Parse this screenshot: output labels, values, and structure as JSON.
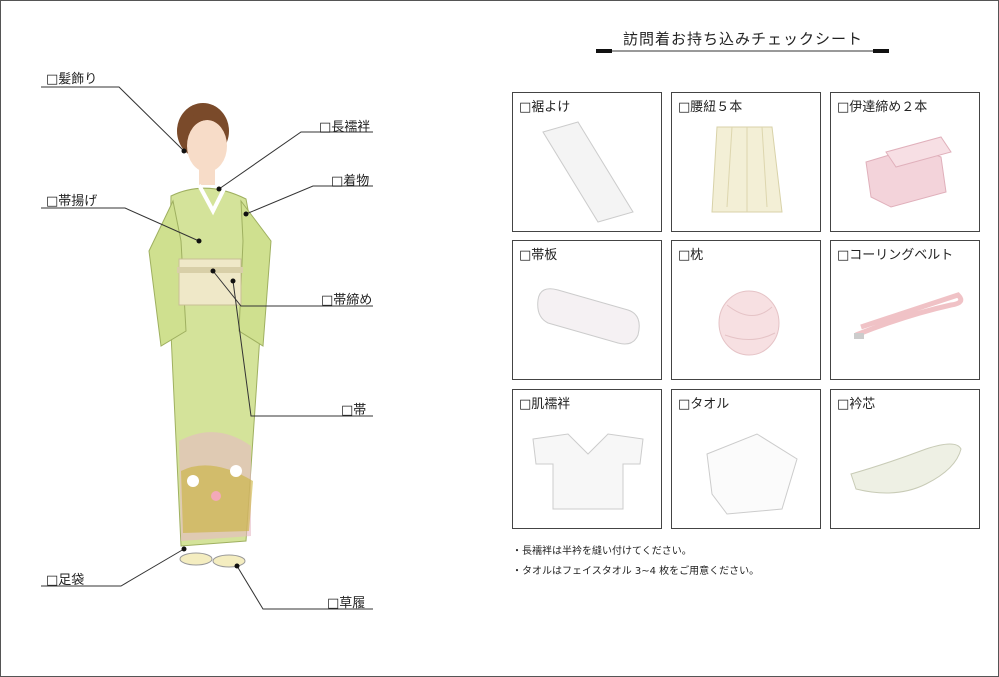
{
  "title": "訪問着お持ち込みチェックシート",
  "figure_labels": {
    "kamikazari": "□髪飾り",
    "nagajuban": "□長襦袢",
    "kimono": "□着物",
    "obiage": "□帯揚げ",
    "obijime": "□帯締め",
    "obi": "□帯",
    "tabi": "□足袋",
    "zori": "□草履"
  },
  "items": [
    {
      "label": "□裾よけ"
    },
    {
      "label": "□腰紐５本"
    },
    {
      "label": "□伊達締め２本"
    },
    {
      "label": "□帯板"
    },
    {
      "label": "□枕"
    },
    {
      "label": "□コーリングベルト"
    },
    {
      "label": "□肌襦袢"
    },
    {
      "label": "□タオル"
    },
    {
      "label": "□衿芯"
    }
  ],
  "notes": [
    "・長襦袢は半衿を縫い付けてください。",
    "・タオルはフェイスタオル 3~4 枚をご用意ください。"
  ],
  "colors": {
    "kimono": "#d4e39a",
    "obi": "#efe8c8",
    "hair": "#7a4a2a",
    "line": "#333333"
  }
}
